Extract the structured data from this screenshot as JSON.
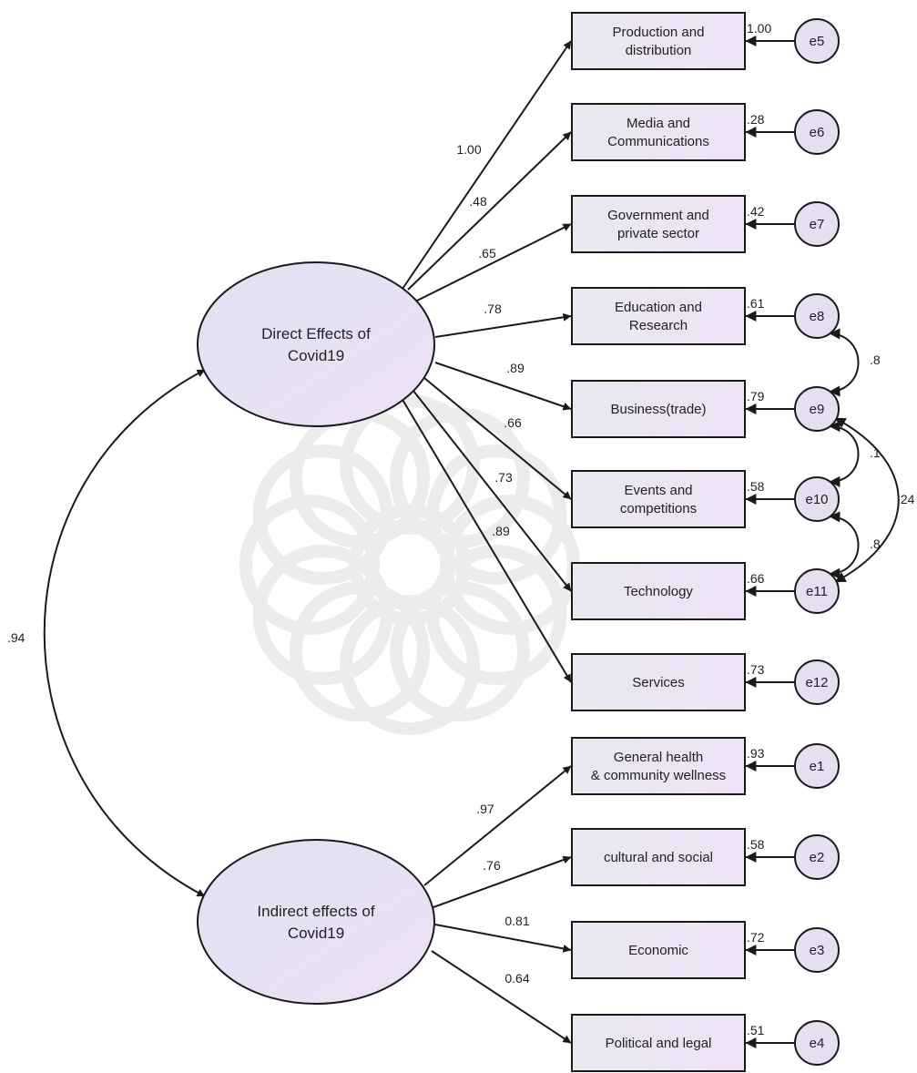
{
  "latents": {
    "direct": {
      "lines": [
        "Direct Effects of",
        "Covid19"
      ]
    },
    "indirect": {
      "lines": [
        "Indirect effects of",
        "Covid19"
      ]
    }
  },
  "covariance_latents": ".94",
  "indicators": [
    {
      "id": "production",
      "lines": [
        "Production and",
        "distribution"
      ],
      "loading": "1.00",
      "r2": "1.00",
      "error": "e5",
      "factor": "direct"
    },
    {
      "id": "media",
      "lines": [
        "Media and",
        "Communications"
      ],
      "loading": ".48",
      "r2": ".28",
      "error": "e6",
      "factor": "direct"
    },
    {
      "id": "government",
      "lines": [
        "Government and",
        "private sector"
      ],
      "loading": ".65",
      "r2": ".42",
      "error": "e7",
      "factor": "direct"
    },
    {
      "id": "education",
      "lines": [
        "Education and",
        "Research"
      ],
      "loading": ".78",
      "r2": ".61",
      "error": "e8",
      "factor": "direct"
    },
    {
      "id": "business",
      "lines": [
        "Business(trade)"
      ],
      "loading": ".89",
      "r2": ".79",
      "error": "e9",
      "factor": "direct"
    },
    {
      "id": "events",
      "lines": [
        "Events and",
        "competitions"
      ],
      "loading": ".66",
      "r2": ".58",
      "error": "e10",
      "factor": "direct"
    },
    {
      "id": "technology",
      "lines": [
        "Technology"
      ],
      "loading": ".73",
      "r2": ".66",
      "error": "e11",
      "factor": "direct"
    },
    {
      "id": "services",
      "lines": [
        "Services"
      ],
      "loading": ".89",
      "r2": ".73",
      "error": "e12",
      "factor": "direct"
    },
    {
      "id": "health",
      "lines": [
        "General health",
        "& community wellness"
      ],
      "loading": ".97",
      "r2": ".93",
      "error": "e1",
      "factor": "indirect"
    },
    {
      "id": "cultural",
      "lines": [
        "cultural and social"
      ],
      "loading": ".76",
      "r2": ".58",
      "error": "e2",
      "factor": "indirect"
    },
    {
      "id": "economic",
      "lines": [
        "Economic"
      ],
      "loading": "0.81",
      "r2": ".72",
      "error": "e3",
      "factor": "indirect"
    },
    {
      "id": "political",
      "lines": [
        "Political and legal"
      ],
      "loading": "0.64",
      "r2": ".51",
      "error": "e4",
      "factor": "indirect"
    }
  ],
  "error_covariances": [
    {
      "from": "e8",
      "to": "e9",
      "label": ".8"
    },
    {
      "from": "e9",
      "to": "e10",
      "label": ".1"
    },
    {
      "from": "e10",
      "to": "e11",
      "label": ".8"
    },
    {
      "from": "e9",
      "to": "e11",
      "label": ".24"
    }
  ],
  "colors": {
    "ellipse_fill": "#e6dff2",
    "box_fill": "#ebe6f4",
    "stroke": "#1a1a1a",
    "watermark": "#c9c9c9"
  }
}
